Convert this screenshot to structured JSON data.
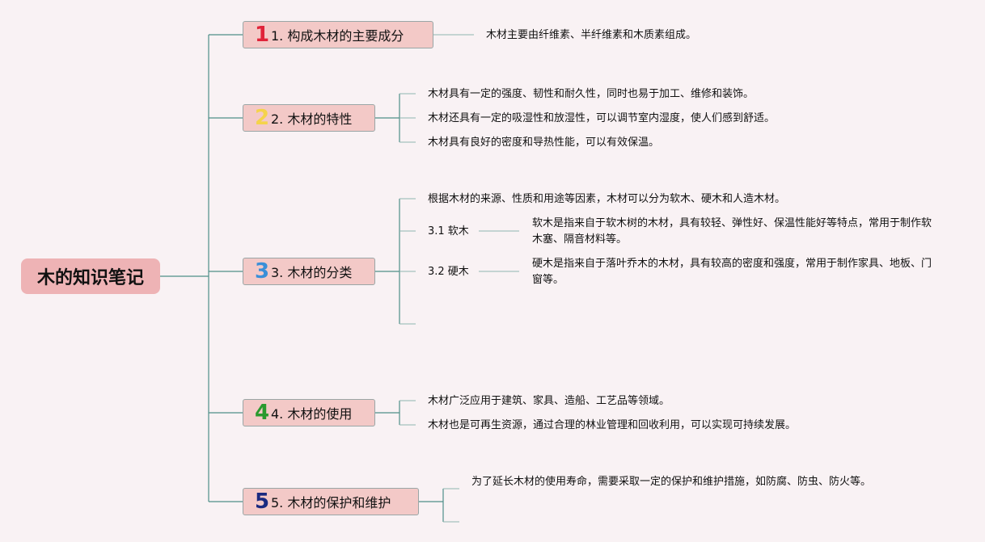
{
  "root": {
    "title": "木的知识笔记"
  },
  "colors": {
    "line": "#4e8f88",
    "root_bg": "#eeb3b5",
    "topic_bg": "#f3c9c7",
    "num1": "#e0243a",
    "num2": "#f5d34a",
    "num3": "#3a8fd8",
    "num4": "#2a9a2f",
    "num5": "#1a2a80"
  },
  "branches": [
    {
      "number": "1",
      "label": "1. 构成木材的主要成分",
      "notes": [
        "木材主要由纤维素、半纤维素和木质素组成。"
      ]
    },
    {
      "number": "2",
      "label": "2. 木材的特性",
      "notes": [
        "木材具有一定的强度、韧性和耐久性，同时也易于加工、维修和装饰。",
        "木材还具有一定的吸湿性和放湿性，可以调节室内湿度，使人们感到舒适。",
        "木材具有良好的密度和导热性能，可以有效保温。"
      ]
    },
    {
      "number": "3",
      "label": "3. 木材的分类",
      "notes": [
        "根据木材的来源、性质和用途等因素，木材可以分为软木、硬木和人造木材。"
      ],
      "subs": [
        {
          "label": "3.1 软木",
          "note": "软木是指来自于软木树的木材，具有较轻、弹性好、保温性能好等特点，常用于制作软木塞、隔音材料等。"
        },
        {
          "label": "3.2 硬木",
          "note": "硬木是指来自于落叶乔木的木材，具有较高的密度和强度，常用于制作家具、地板、门窗等。"
        }
      ]
    },
    {
      "number": "4",
      "label": "4. 木材的使用",
      "notes": [
        "木材广泛应用于建筑、家具、造船、工艺品等领域。",
        "木材也是可再生资源，通过合理的林业管理和回收利用，可以实现可持续发展。"
      ]
    },
    {
      "number": "5",
      "label": "5. 木材的保护和维护",
      "notes": [
        "为了延长木材的使用寿命，需要采取一定的保护和维护措施，如防腐、防虫、防火等。"
      ]
    }
  ]
}
